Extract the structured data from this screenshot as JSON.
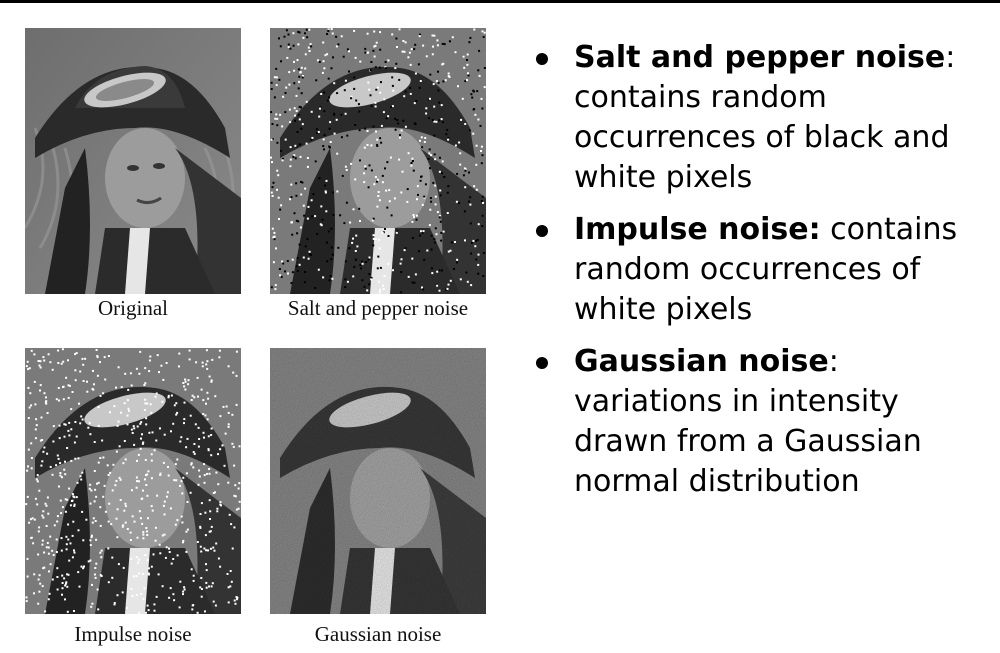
{
  "images": [
    {
      "id": "original",
      "caption": "Original",
      "noise": "none"
    },
    {
      "id": "salt-pepper",
      "caption": "Salt and pepper noise",
      "noise": "salt-pepper"
    },
    {
      "id": "impulse",
      "caption": "Impulse noise",
      "noise": "impulse"
    },
    {
      "id": "gaussian",
      "caption": "Gaussian noise",
      "noise": "gaussian"
    }
  ],
  "bullets": [
    {
      "term": "Salt and pepper noise",
      "rest": ": contains random occurrences of black and white pixels"
    },
    {
      "term": "Impulse noise:",
      "rest": " contains random occurrences of white pixels"
    },
    {
      "term": "Gaussian noise",
      "rest": ": variations in intensity drawn from a Gaussian normal distribution"
    }
  ],
  "colors": {
    "text": "#000000",
    "background": "#ffffff",
    "rule": "#000000"
  }
}
